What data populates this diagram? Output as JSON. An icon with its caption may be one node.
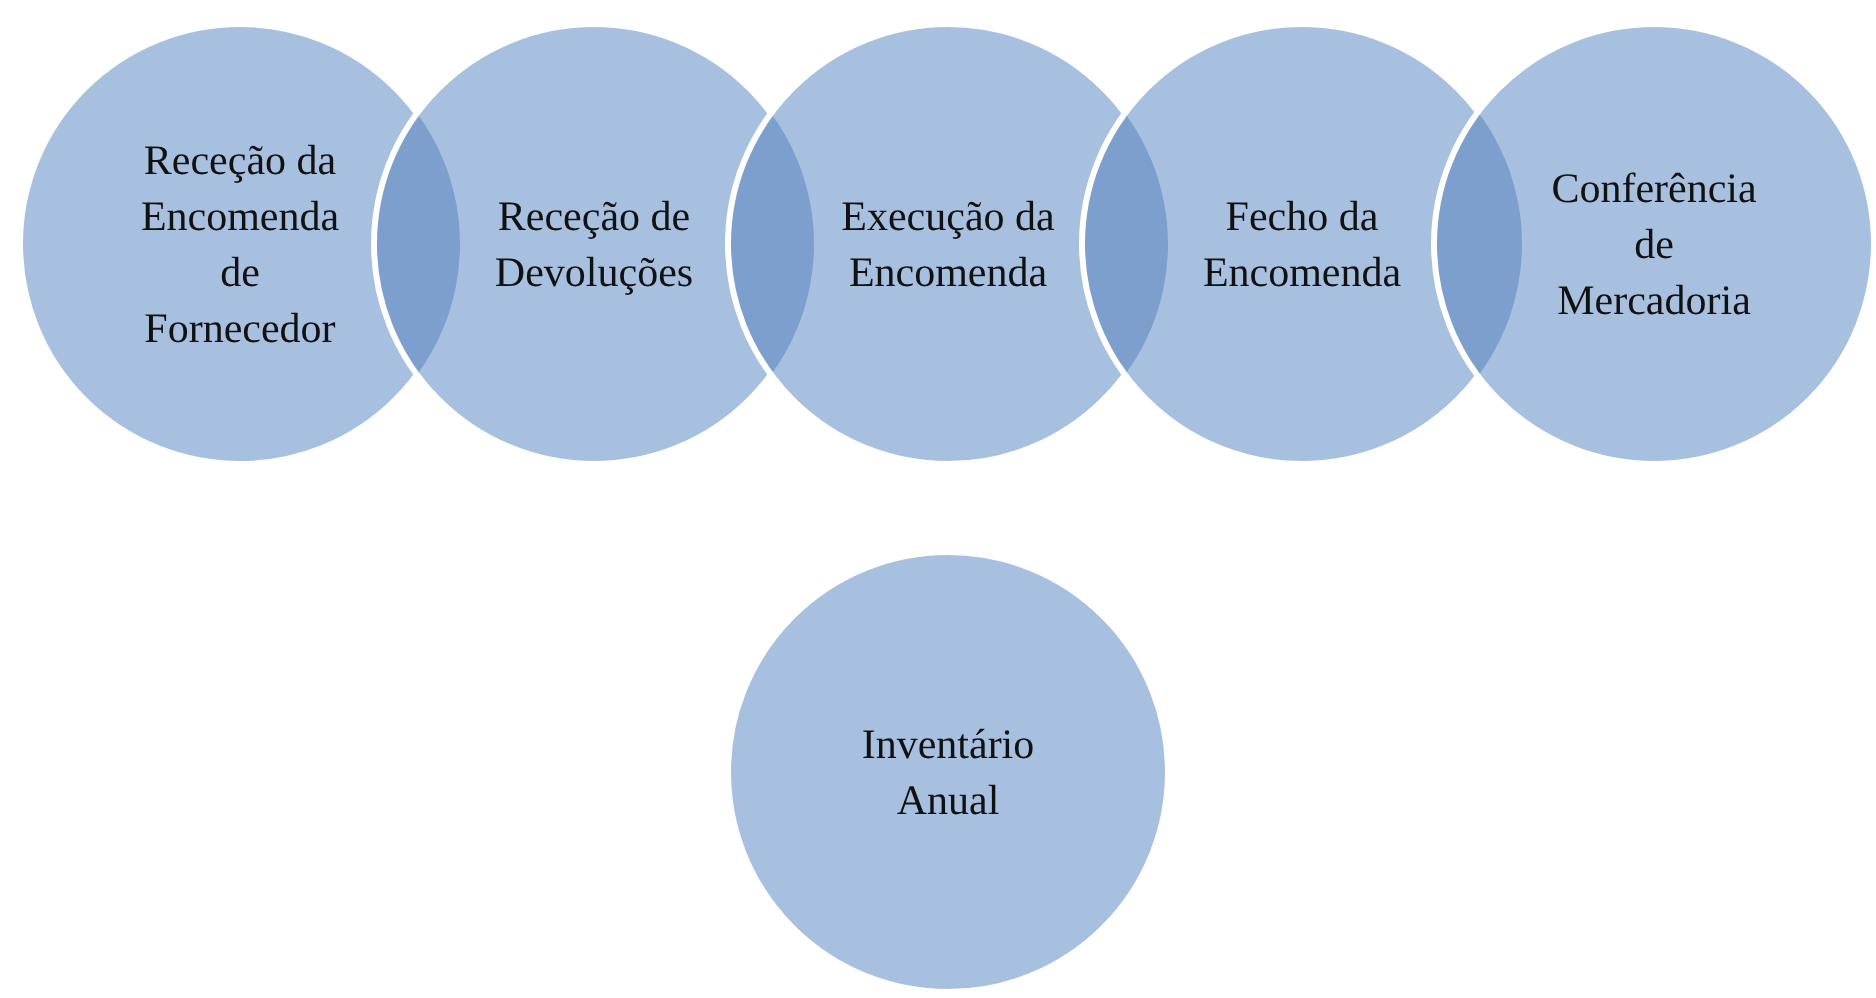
{
  "diagram": {
    "nodes": [
      {
        "text": [
          "Receção da Encomenda de Fornecedor"
        ]
      },
      {
        "text": [
          "Receção de Devoluções"
        ]
      },
      {
        "text": [
          "Execução da Encomenda"
        ]
      },
      {
        "text": [
          "Fecho da Encomenda"
        ]
      },
      {
        "text": [
          "Conferência de Mercadoria"
        ]
      },
      {
        "text": [
          "Inventário Anual"
        ]
      }
    ]
  }
}
